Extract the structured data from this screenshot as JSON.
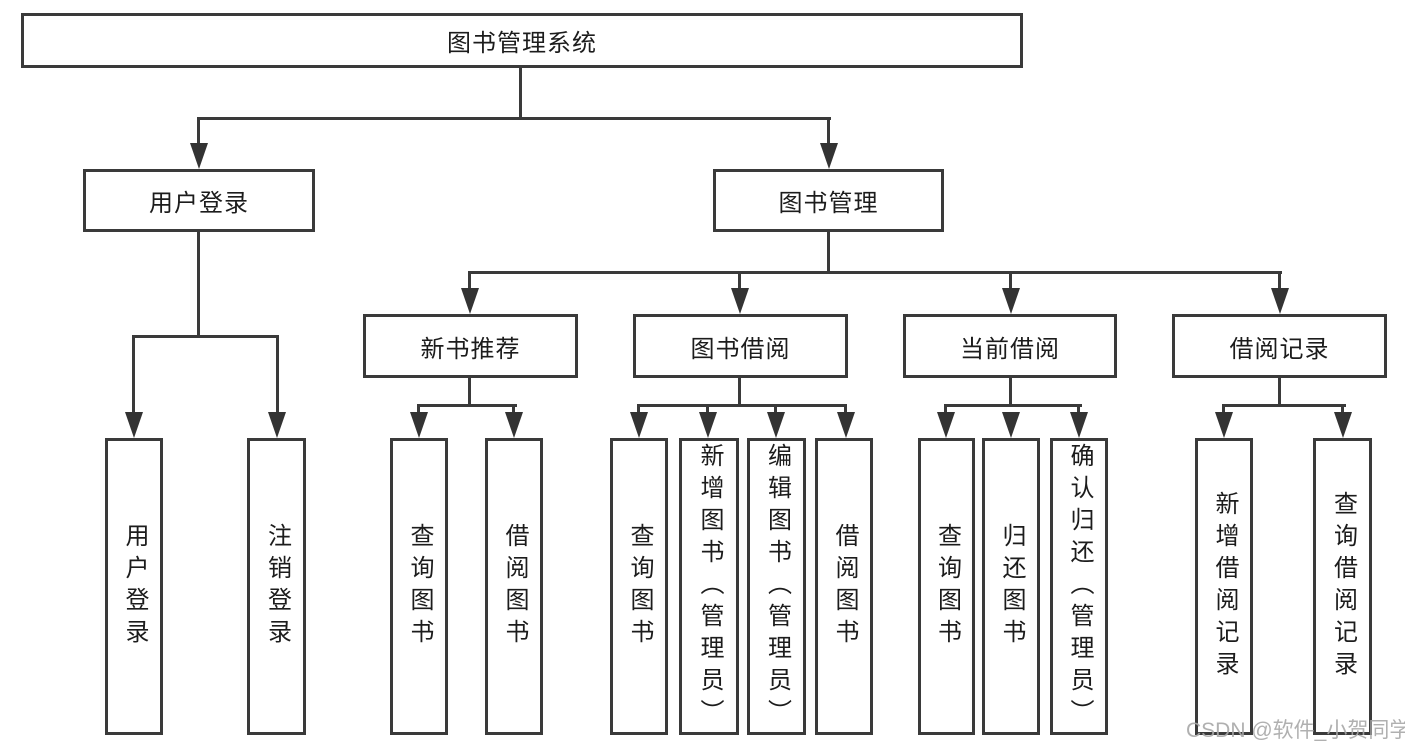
{
  "diagram_title": "图书管理系统",
  "colors": {
    "line": "#3a3a3a",
    "text": "#1c1c1c",
    "box_background": "#ffffff",
    "watermark": "#a8a8a8"
  },
  "watermark": "CSDN @软件_小贺同学",
  "nodes": {
    "root": {
      "label": "图书管理系统"
    },
    "level2": [
      {
        "label": "用户登录"
      },
      {
        "label": "图书管理"
      }
    ],
    "level3": [
      {
        "label": "新书推荐"
      },
      {
        "label": "图书借阅"
      },
      {
        "label": "当前借阅"
      },
      {
        "label": "借阅记录"
      }
    ],
    "leaves": {
      "user_login": [
        "用户登录",
        "注销登录"
      ],
      "new_book": [
        "查询图书",
        "借阅图书"
      ],
      "book_borrow": [
        "查询图书",
        "新增图书（管理员）",
        "编辑图书（管理员）",
        "借阅图书"
      ],
      "current_borrow": [
        "查询图书",
        "归还图书",
        "确认归还（管理员）"
      ],
      "records": [
        "新增借阅记录",
        "查询借阅记录"
      ]
    }
  }
}
